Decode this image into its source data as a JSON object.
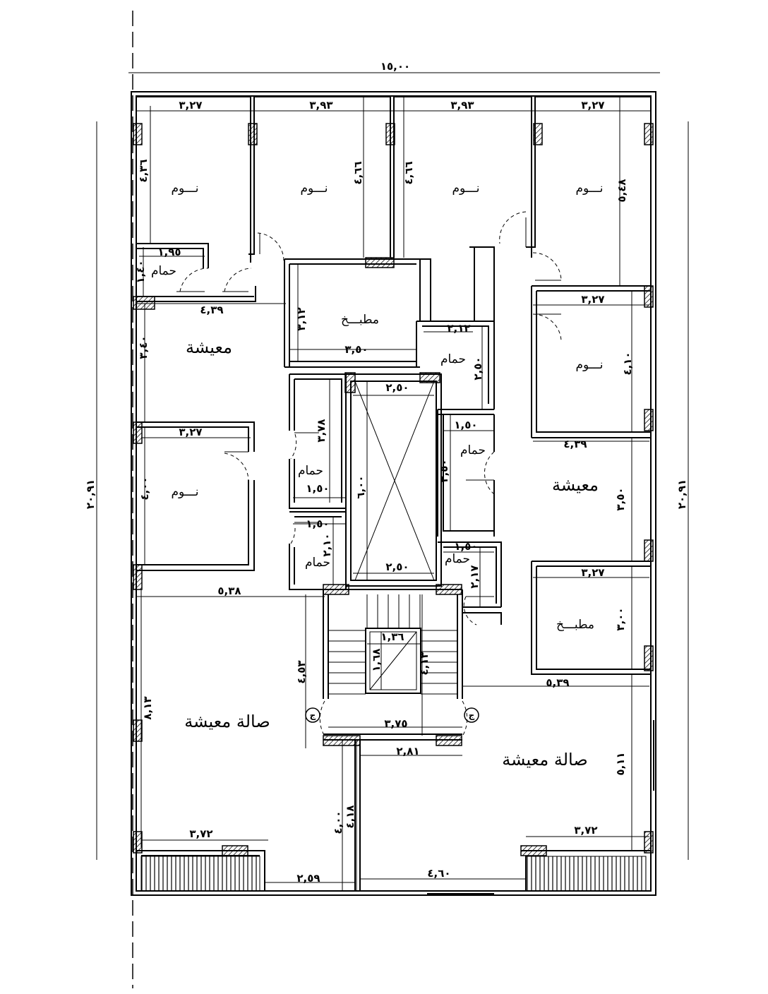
{
  "overall": {
    "width": "١٥,٠٠",
    "depth_left": "٢٠,٩١",
    "depth_right": "٢٠,٩١"
  },
  "rooms": {
    "bed1": "نـــوم",
    "bed2": "نـــوم",
    "bed3": "نـــوم",
    "bed4": "نـــوم",
    "bed5": "نـــوم",
    "bed6": "نـــوم",
    "bath1": "حمام",
    "bath2": "حمام",
    "bath3": "حمام",
    "bath4": "حمام",
    "bath5": "حمام",
    "bath6": "حمام",
    "kitchen1": "مطبـــخ",
    "kitchen2": "مطبـــخ",
    "living1": "معيشة",
    "living2": "معيشة",
    "hall1": "صالة معيشة",
    "hall2": "صالة معيشة"
  },
  "markers": {
    "entry_left": "ج",
    "entry_right": "ج"
  },
  "dims": [
    "٣,٢٧",
    "٣,٩٣",
    "٣,٩٣",
    "٣,٢٧",
    "٤,٣٦",
    "٤,٦٦",
    "٤,٦٦",
    "٥,٤٨",
    "١,٩٥",
    "١,٤٠",
    "٤,٣٩",
    "٣,١٢",
    "٣,٥٠",
    "٢,١٢",
    "٢,٥٠",
    "٢,٥٠",
    "٣,٢٧",
    "٤,١٠",
    "٤,٣٩",
    "٣,٤٠",
    "٣,٢٧",
    "٤,٠٠",
    "٣,٧٨",
    "١,٥٠",
    "٦,٠٠",
    "١,٥٠",
    "٣,٥٠",
    "٣,٥٠",
    "١,٥٠",
    "٢,١٠",
    "٢,٥٠",
    "١,٥٠",
    "٢,١٧",
    "٥,٣٨",
    "٣,٢٧",
    "٣,٠٠",
    "٨,١٣",
    "٤,٥٣",
    "١,٣٦",
    "١,٦٨",
    "٤,١٣",
    "٥,٣٩",
    "٣,٧٥",
    "٢,٨١",
    "٥,١١",
    "٤,٠٠",
    "٤,١٨",
    "٣,٧٢",
    "٣,٧٢",
    "٢,٥٩",
    "٤,٦٠"
  ]
}
